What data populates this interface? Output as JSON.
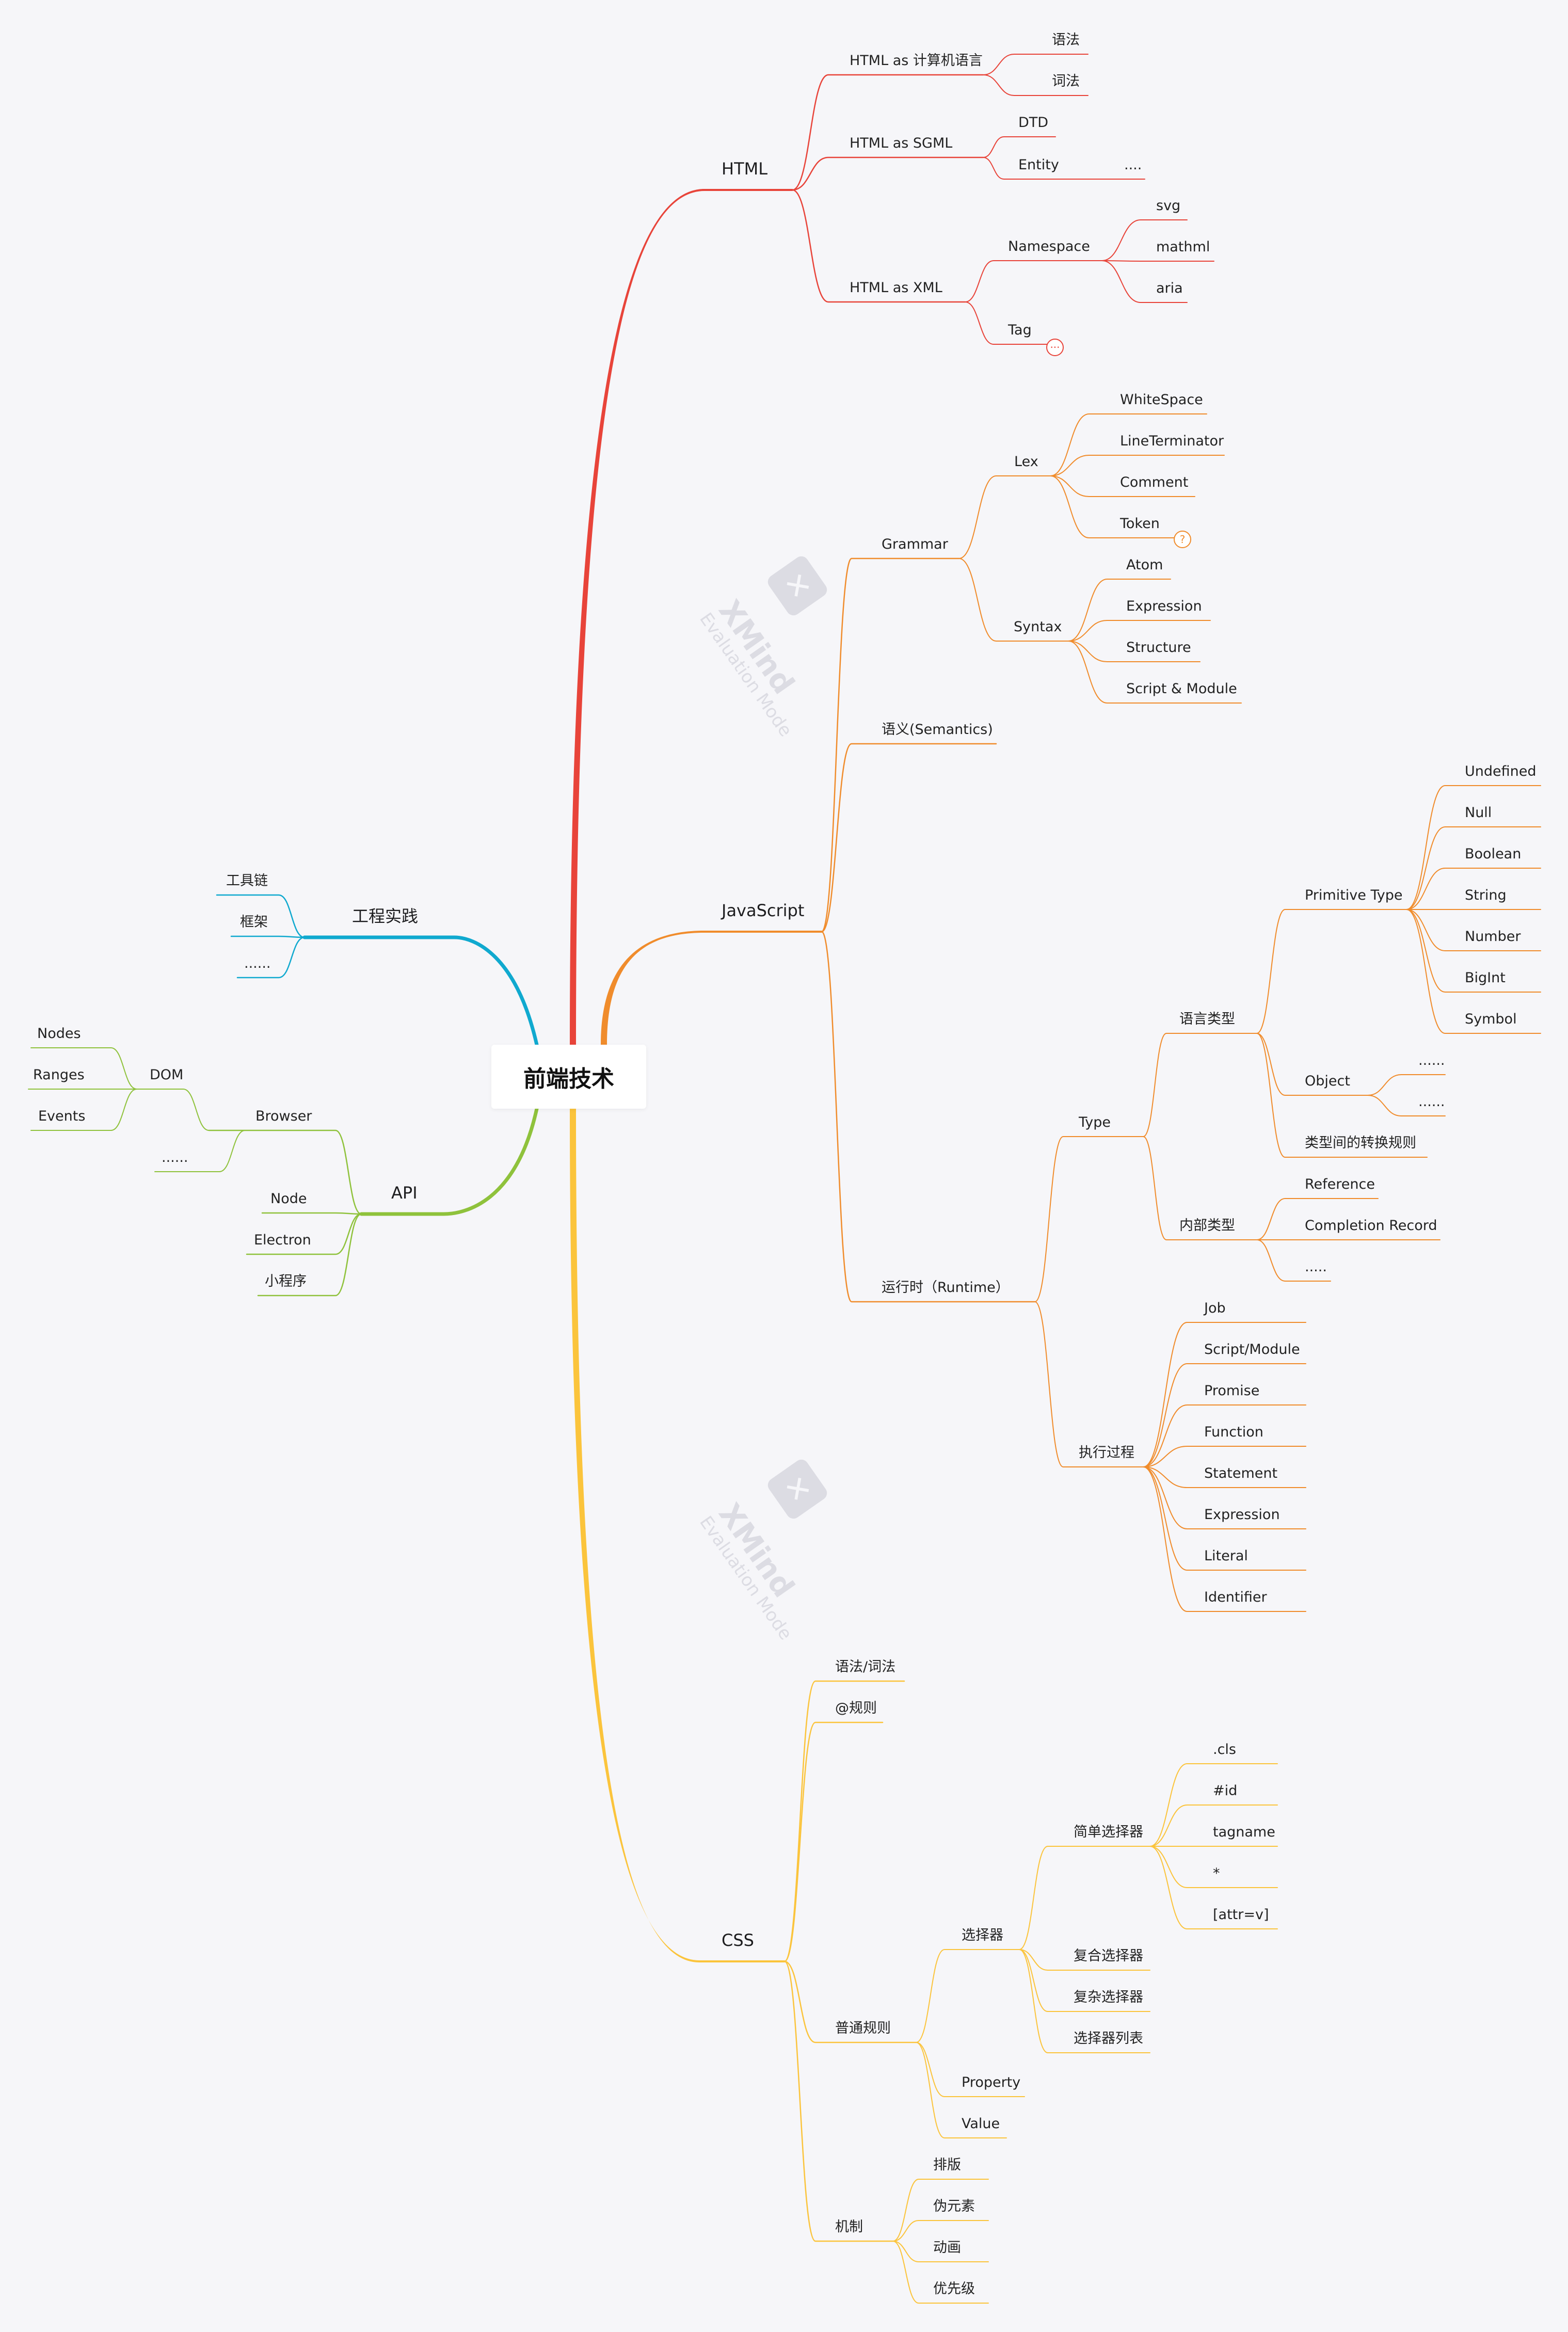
{
  "title": "前端技术",
  "watermark": {
    "brand": "XMind",
    "mode": "Evaluation Mode"
  },
  "colors": {
    "html": "#e8443a",
    "javascript": "#f08c2c",
    "css": "#fbc43c",
    "engineering": "#10a9cf",
    "api": "#8fc23c"
  },
  "branches": {
    "html": {
      "label": "HTML",
      "children": {
        "as_lang": {
          "label": "HTML as 计算机语言",
          "children": [
            "语法",
            "词法"
          ]
        },
        "as_sgml": {
          "label": "HTML as SGML",
          "dtd": "DTD",
          "entity": "Entity",
          "entity_more": "...."
        },
        "as_xml": {
          "label": "HTML as XML",
          "namespace": "Namespace",
          "namespaces": [
            "svg",
            "mathml",
            "aria"
          ],
          "tag": "Tag",
          "tag_more": "···"
        }
      }
    },
    "javascript": {
      "label": "JavaScript",
      "grammar": {
        "label": "Grammar",
        "lex": {
          "label": "Lex",
          "children": [
            "WhiteSpace",
            "LineTerminator",
            "Comment",
            "Token"
          ],
          "token_badge": "?"
        },
        "syntax": {
          "label": "Syntax",
          "children": [
            "Atom",
            "Expression",
            "Structure",
            "Script & Module"
          ]
        }
      },
      "semantics": "语义(Semantics)",
      "runtime": {
        "label": "运行时（Runtime）",
        "type": {
          "label": "Type",
          "lang_types": {
            "label": "语言类型",
            "primitive": {
              "label": "Primitive Type",
              "children": [
                "Undefined",
                "Null",
                "Boolean",
                "String",
                "Number",
                "BigInt",
                "Symbol"
              ]
            },
            "object": {
              "label": "Object",
              "children": [
                "......",
                "......"
              ]
            },
            "conversion": "类型间的转换规则"
          },
          "internal": {
            "label": "内部类型",
            "children": [
              "Reference",
              "Completion Record",
              "....."
            ]
          }
        },
        "execution": {
          "label": "执行过程",
          "children": [
            "Job",
            "Script/Module",
            "Promise",
            "Function",
            "Statement",
            "Expression",
            "Literal",
            "Identifier"
          ]
        }
      }
    },
    "css": {
      "label": "CSS",
      "syntax": "语法/词法",
      "at_rules": "@规则",
      "normal_rules": {
        "label": "普通规则",
        "selector": {
          "label": "选择器",
          "simple": {
            "label": "简单选择器",
            "children": [
              ".cls",
              "#id",
              "tagname",
              "*",
              "[attr=v]"
            ]
          },
          "others": [
            "复合选择器",
            "复杂选择器",
            "选择器列表"
          ]
        },
        "property": "Property",
        "value": "Value"
      },
      "mechanism": {
        "label": "机制",
        "children": [
          "排版",
          "伪元素",
          "动画",
          "优先级"
        ]
      }
    },
    "engineering": {
      "label": "工程实践",
      "children": [
        "工具链",
        "框架",
        "......"
      ]
    },
    "api": {
      "label": "API",
      "browser": {
        "label": "Browser",
        "dom": {
          "label": "DOM",
          "children": [
            "Nodes",
            "Ranges",
            "Events"
          ]
        },
        "more": "......"
      },
      "others": [
        "Node",
        "Electron",
        "小程序"
      ]
    }
  }
}
